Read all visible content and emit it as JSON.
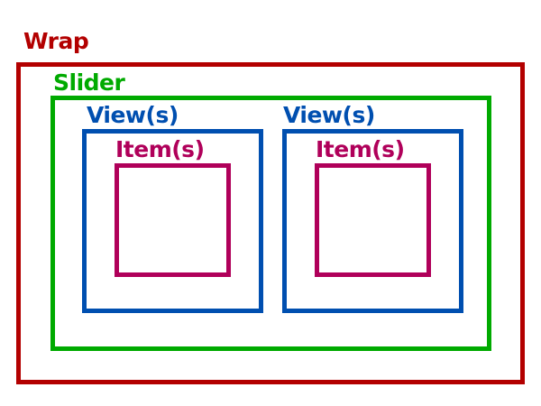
{
  "labels": {
    "wrap": "Wrap",
    "slider": "Slider",
    "view": "View(s)",
    "item": "Item(s)"
  },
  "colors": {
    "wrap": "#b30000",
    "slider": "#00aa00",
    "view": "#004fb0",
    "item": "#b0005a"
  }
}
